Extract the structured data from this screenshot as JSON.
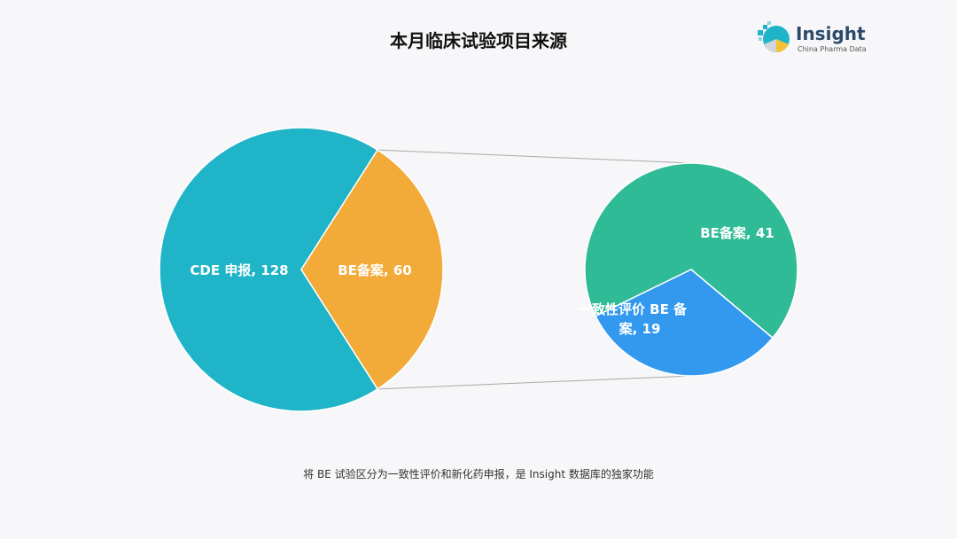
{
  "header": {
    "title": "本月临床试验项目来源"
  },
  "logo": {
    "name": "Insight",
    "subtitle": "China Pharma Data",
    "icon": "insight-logo-icon"
  },
  "footnote": "将 BE 试验区分为一致性评价和新化药申报，是 Insight 数据库的独家功能",
  "chart_data": {
    "type": "pie",
    "main_pie": {
      "slices": [
        {
          "label": "CDE 申报, 128",
          "name": "CDE 申报",
          "value": 128,
          "color": "#1fb4c8"
        },
        {
          "label": "BE备案, 60",
          "name": "BE备案",
          "value": 60,
          "color": "#f2aa38"
        }
      ]
    },
    "sub_pie": {
      "breakdown_of": "BE备案",
      "slices": [
        {
          "label": "BE备案, 41",
          "name": "BE备案",
          "value": 41,
          "color": "#2fbb95"
        },
        {
          "label_lines": [
            "一致性评价 BE 备",
            "案, 19"
          ],
          "name": "一致性评价 BE 备案",
          "value": 19,
          "color": "#3399ee"
        }
      ]
    }
  }
}
